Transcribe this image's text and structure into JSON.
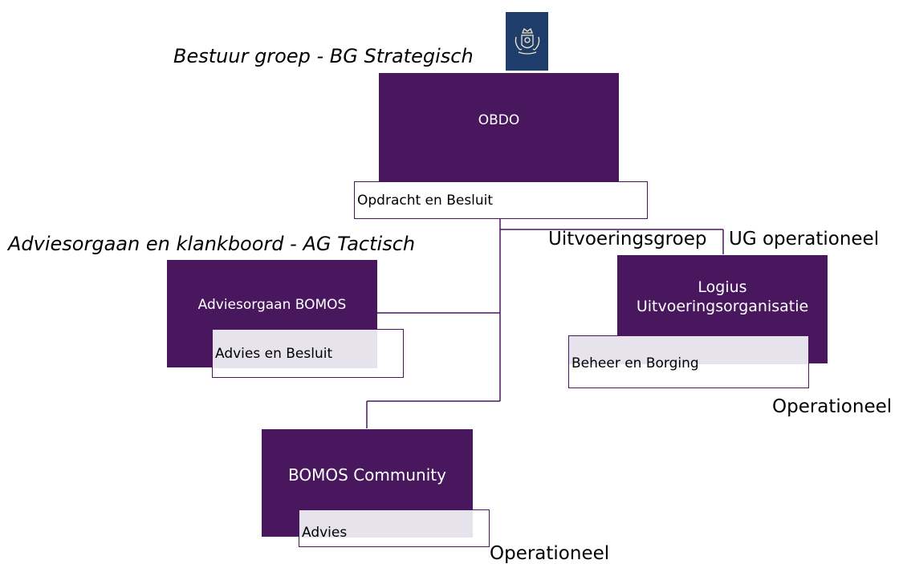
{
  "colors": {
    "purple": "#48175e",
    "tag_fill": "#e7e3ec",
    "logo_bg": "#1f3d6b"
  },
  "headings": {
    "strategic": "Bestuur groep - BG Strategisch",
    "tactical": "Adviesorgaan en klankboord - AG Tactisch",
    "execution_group": "Uitvoeringsgroep",
    "ug_operational": "UG operationeel",
    "operational_right": "Operationeel",
    "operational_bottom": "Operationeel"
  },
  "logo": {
    "icon": "rijksoverheid-coat-of-arms-icon"
  },
  "nodes": {
    "obdo": {
      "label": "OBDO",
      "tag": "Opdracht en Besluit"
    },
    "adviesorgaan": {
      "label": "Adviesorgaan BOMOS",
      "tag": "Advies en Besluit"
    },
    "logius": {
      "label_line1": "Logius",
      "label_line2": "Uitvoeringsorganisatie",
      "tag": "Beheer en Borging"
    },
    "community": {
      "label": "BOMOS Community",
      "tag": "Advies"
    }
  }
}
